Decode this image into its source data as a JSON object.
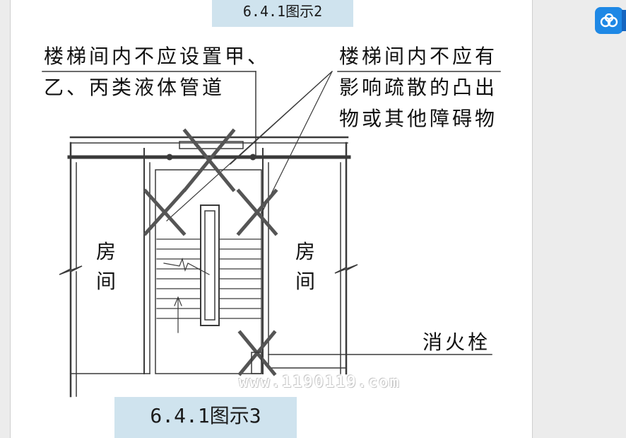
{
  "captions": {
    "top": "6.4.1图示2",
    "bottom": "6.4.1图示3"
  },
  "labels": {
    "no_pipes_line1": "楼梯间内不应设置甲、",
    "no_pipes_line2": "乙、丙类液体管道",
    "no_obstacles_line1": "楼梯间内不应有",
    "no_obstacles_line2": "影响疏散的凸出",
    "no_obstacles_line3": "物或其他障碍物",
    "room_left_1": "房",
    "room_left_2": "间",
    "room_right_1": "房",
    "room_right_2": "间",
    "hydrant": "消火栓"
  },
  "watermark": "www.1190119.com",
  "colors": {
    "line": "#3a3a3a",
    "caption_bg": "#cfe3ee",
    "float_button": "#1e88e5"
  },
  "icons": {
    "float_button": "cloud-link-icon"
  }
}
